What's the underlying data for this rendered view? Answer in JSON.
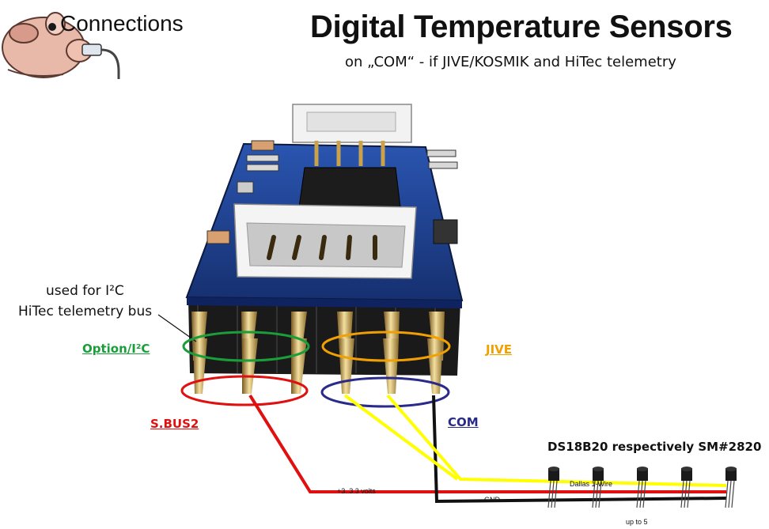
{
  "header": {
    "section": "Connections",
    "title": "Digital Temperature Sensors",
    "subtitle": "on „COM“  -  if JIVE/KOSMIK and HiTec telemetry"
  },
  "notes": {
    "i2c_line1": "used for I²C",
    "i2c_line2": "HiTec telemetry bus"
  },
  "labels": {
    "option": "Option/I²C",
    "jive": "JIVE",
    "sbus": "S.BUS2",
    "com": "COM"
  },
  "wires": {
    "power": "+3..3.3 volts",
    "ground": "GND",
    "data": "Dallas 1-Wire"
  },
  "sensors": {
    "title": "DS18B20 respectively SM#2820",
    "count_note": "up to 5",
    "count": 5
  },
  "colors": {
    "option": "#1a9e3a",
    "jive": "#f0a000",
    "sbus": "#e01010",
    "com": "#2a2a8a",
    "data_wire": "#ffff00",
    "power_wire": "#e01010",
    "ground_wire": "#111111",
    "pcb": "#1f3f8f"
  },
  "icons": [
    "pig-mascot-icon",
    "plug-icon",
    "servo-board-icon",
    "sensor-icon"
  ]
}
